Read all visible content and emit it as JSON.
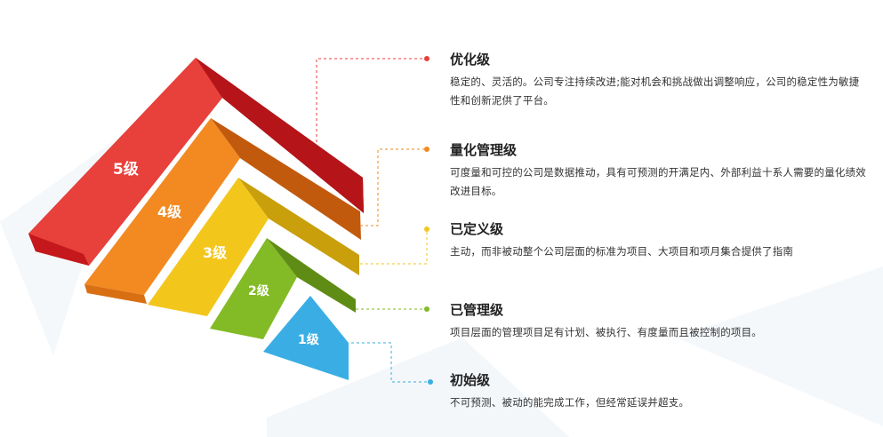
{
  "colors": {
    "level5": "#e8403a",
    "level4": "#f28a21",
    "level3": "#f3c61c",
    "level2": "#82bb25",
    "level1": "#3aaee4"
  },
  "levels": [
    {
      "tag": "5级",
      "title": "优化级",
      "desc": "稳定的、灵活的。公司专注持续改进;能对机会和挑战做出调整响应，公司的稳定性为敏捷性和创新泥供了平台。"
    },
    {
      "tag": "4级",
      "title": "量化管理级",
      "desc": "可度量和可控的公司是数据推动，具有可预测的开满足内、外部利益十系人需要的量化绩效改进目标。"
    },
    {
      "tag": "3级",
      "title": "已定义级",
      "desc": "主动，而非被动整个公司层面的标准为项目、大项目和项月集合提供了指南"
    },
    {
      "tag": "2级",
      "title": "已管理级",
      "desc": "项目层面的管理项目足有计划、被执行、有度量而且被控制的项目。"
    },
    {
      "tag": "1级",
      "title": "初始级",
      "desc": "不可预测、被动的能完成工作，但经常延误并超支。"
    }
  ]
}
